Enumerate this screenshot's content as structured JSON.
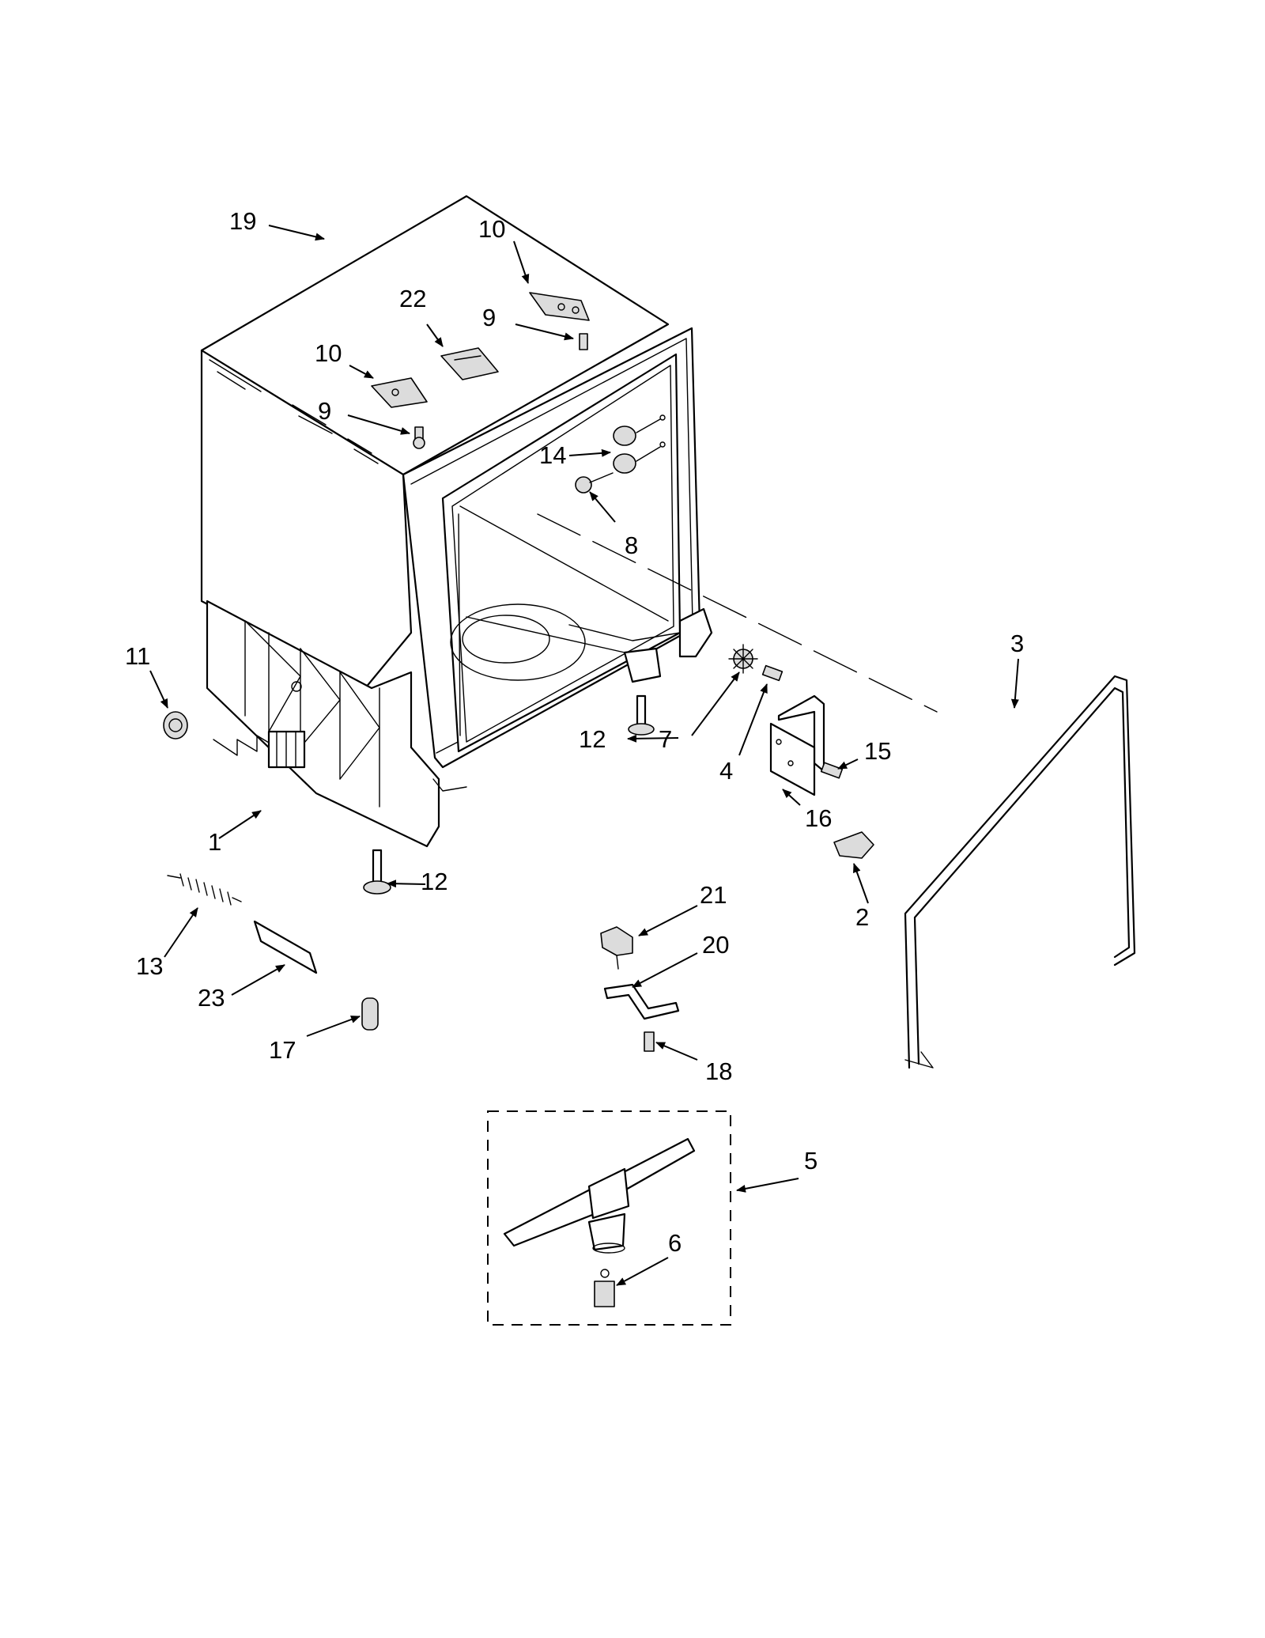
{
  "callouts": [
    {
      "id": "c19a",
      "text": "19"
    },
    {
      "id": "c10a",
      "text": "10"
    },
    {
      "id": "c22",
      "text": "22"
    },
    {
      "id": "c9a",
      "text": "9"
    },
    {
      "id": "c10b",
      "text": "10"
    },
    {
      "id": "c9b",
      "text": "9"
    },
    {
      "id": "c14",
      "text": "14"
    },
    {
      "id": "c8",
      "text": "8"
    },
    {
      "id": "c3",
      "text": "3"
    },
    {
      "id": "c11",
      "text": "11"
    },
    {
      "id": "c12a",
      "text": "12"
    },
    {
      "id": "c7",
      "text": "7"
    },
    {
      "id": "c4",
      "text": "4"
    },
    {
      "id": "c15",
      "text": "15"
    },
    {
      "id": "c16",
      "text": "16"
    },
    {
      "id": "c1",
      "text": "1"
    },
    {
      "id": "c12b",
      "text": "12"
    },
    {
      "id": "c2",
      "text": "2"
    },
    {
      "id": "c21",
      "text": "21"
    },
    {
      "id": "c13",
      "text": "13"
    },
    {
      "id": "c20",
      "text": "20"
    },
    {
      "id": "c23",
      "text": "23"
    },
    {
      "id": "c17",
      "text": "17"
    },
    {
      "id": "c18",
      "text": "18"
    },
    {
      "id": "c5",
      "text": "5"
    },
    {
      "id": "c6",
      "text": "6"
    }
  ]
}
